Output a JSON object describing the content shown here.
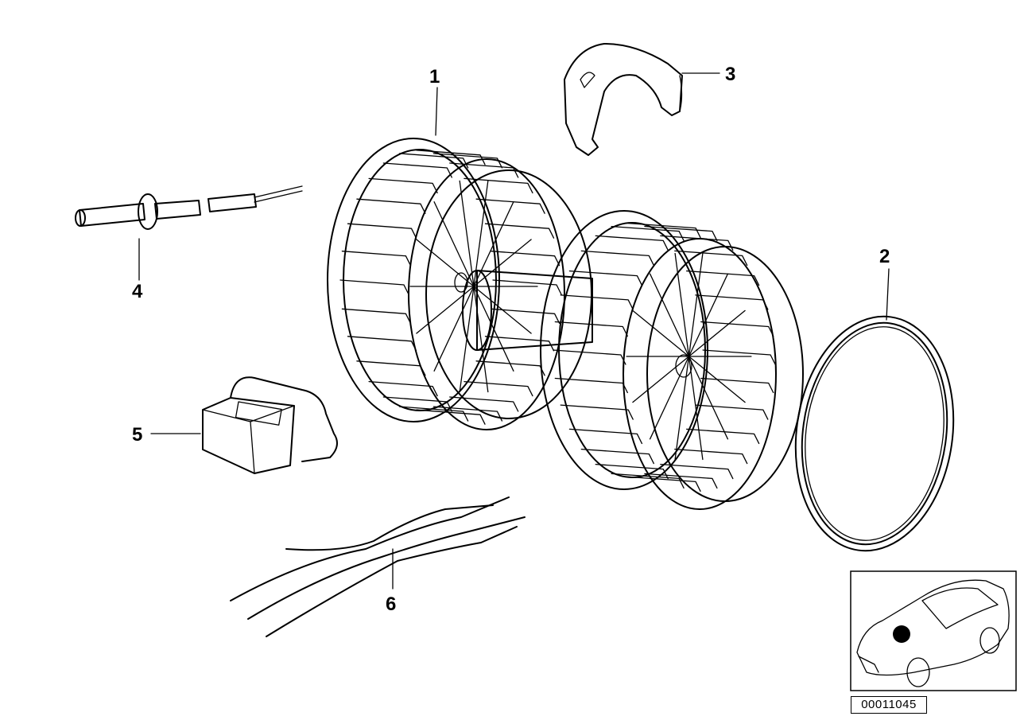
{
  "diagram": {
    "callouts": {
      "blower_motor": "1",
      "seal_ring": "2",
      "mounting_clamp": "3",
      "sensor_probe": "4",
      "resistor": "5",
      "wiring_harness": "6"
    },
    "part_number": "00011045"
  }
}
